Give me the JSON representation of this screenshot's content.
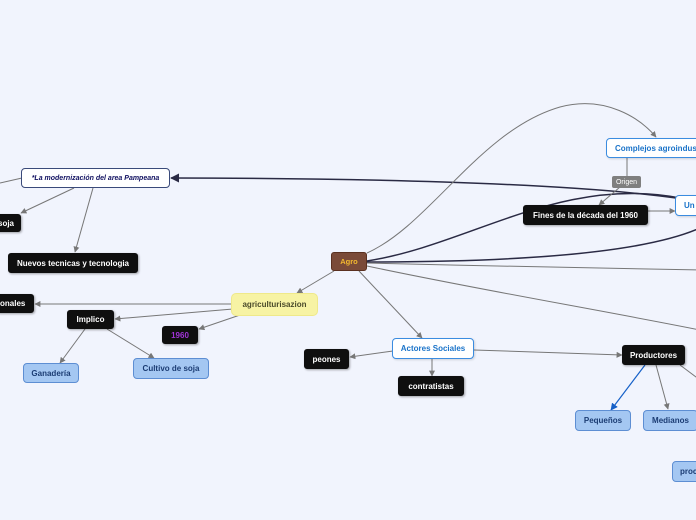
{
  "nodes": {
    "agro": "Agro",
    "modernizacion": "*La modernización del area Pampeana",
    "soja": "soja",
    "nuevos": "Nuevos tecnicas y tecnologia",
    "agriculturisazion": "agriculturisazion",
    "onales": "onales",
    "implico": "Implico",
    "y1960": "1960",
    "ganaderia": "Ganadería",
    "cultivo_soja": "Cultivo de soja",
    "complejos": "Complejos agroindus",
    "origen": "Origen",
    "fines": "Fines de la década del 1960",
    "un": "Un",
    "actores": "Actores Sociales",
    "peones": "peones",
    "contratistas": "contratistas",
    "productores": "Productores",
    "pequenos": "Pequeños",
    "medianos": "Medianos",
    "proc": "proc"
  },
  "colors": {
    "background": "#f1f4fd",
    "connector": "#777777",
    "dark_connector": "#2a2a44",
    "blue_connector": "#1560c8"
  }
}
